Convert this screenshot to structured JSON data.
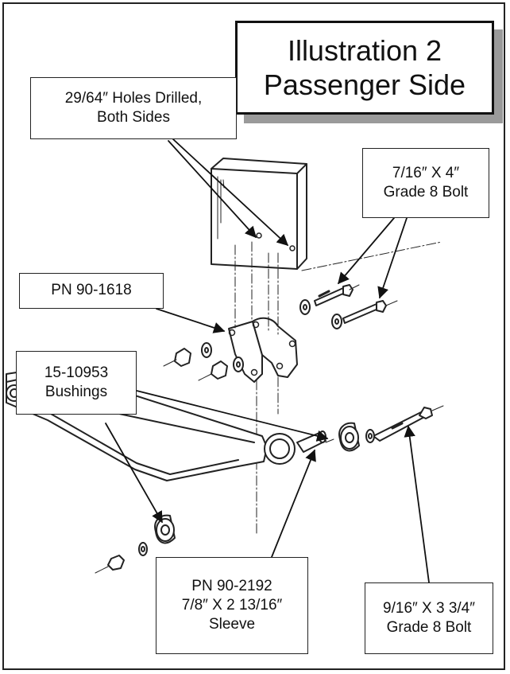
{
  "title": {
    "line1": "Illustration 2",
    "line2": "Passenger Side"
  },
  "callouts": {
    "holes": {
      "line1": "29/64″ Holes Drilled,",
      "line2": "Both Sides"
    },
    "bolt_top": {
      "line1": "7/16″ X 4″",
      "line2": "Grade 8 Bolt"
    },
    "bracket": {
      "line1": "PN 90-1618"
    },
    "bushings": {
      "line1": "15-10953",
      "line2": "Bushings"
    },
    "sleeve": {
      "line1": "PN 90-2192",
      "line2": "7/8″ X 2 13/16″",
      "line3": "Sleeve"
    },
    "bolt_bottom": {
      "line1": "9/16″ X 3 3/4″",
      "line2": "Grade 8 Bolt"
    }
  }
}
